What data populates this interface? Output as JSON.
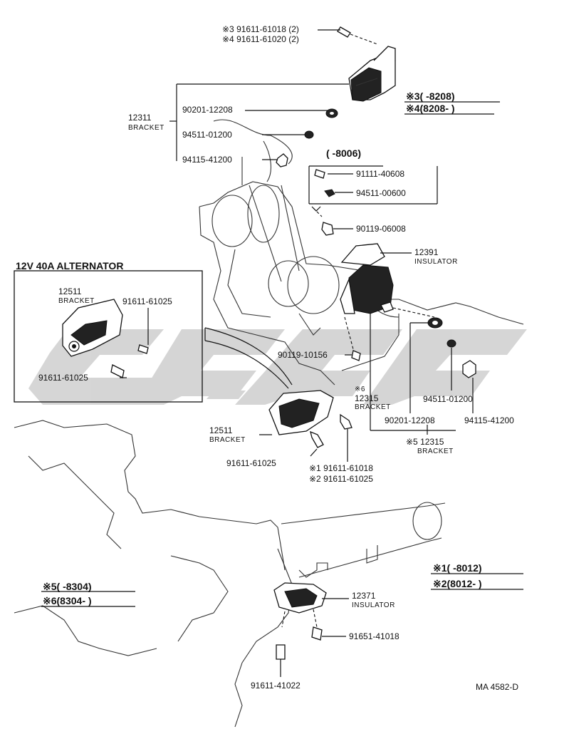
{
  "diagram": {
    "code": "MA 4582-D",
    "watermark_color": "#c8c8c8",
    "line_color": "#111111"
  },
  "labels": {
    "top_bolt_a": "※3 91611-61018 (2)",
    "top_bolt_b": "※4 91611-61020 (2)",
    "bracket_12311_num": "12311",
    "bracket_12311_word": "BRACKET",
    "washer_top": "90201-12208",
    "lock_washer_top": "94511-01200",
    "nut_top": "94115-41200",
    "legend_3": "※3(      -8208)",
    "legend_4": "※4(8208-      )",
    "box_range": "(      -8006)",
    "box_bolt": "91111-40608",
    "box_washer": "94511-00600",
    "bolt_90119_06008": "90119-06008",
    "insulator_12391_num": "12391",
    "insulator_12391_word": "INSULATOR",
    "alt_title": "12V 40A ALTERNATOR",
    "alt_bracket_num": "12511",
    "alt_bracket_word": "BRACKET",
    "alt_bolt_1": "91611-61025",
    "alt_bolt_2": "91611-61025",
    "bolt_90119_10156": "90119-10156",
    "bracket_12315_mark": "※6",
    "bracket_12315_num": "12315",
    "bracket_12315_word": "BRACKET",
    "washer_right": "90201-12208",
    "lock_washer_right": "94511-01200",
    "nut_right": "94115-41200",
    "bracket_12315b_num": "※5 12315",
    "bracket_12315b_word": "BRACKET",
    "bracket_12511_num": "12511",
    "bracket_12511_word": "BRACKET",
    "bolt_91611_61025": "91611-61025",
    "legend_1_bolt": "※1 91611-61018",
    "legend_2_bolt": "※2 91611-61025",
    "legend_1": "※1(      -8012)",
    "legend_2": "※2(8012-      )",
    "legend_5": "※5(      -8304)",
    "legend_6": "※6(8304-      )",
    "insulator_12371_num": "12371",
    "insulator_12371_word": "INSULATOR",
    "bolt_91651": "91651-41018",
    "bolt_91611_41022": "91611-41022"
  }
}
